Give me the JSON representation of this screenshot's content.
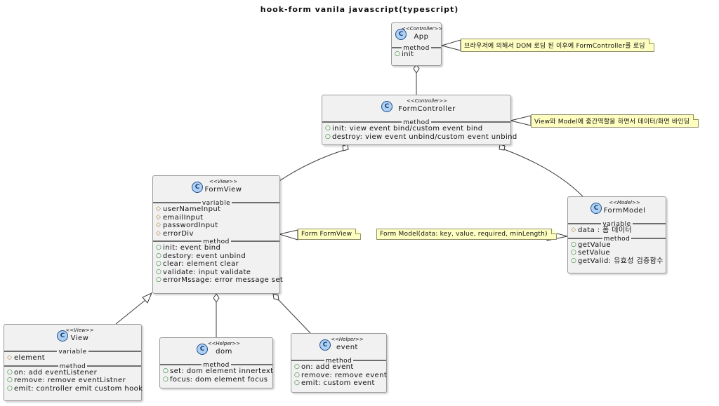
{
  "title": "hook-form vanila javascript(typescript)",
  "section_labels": {
    "variable": "variable",
    "method": "method"
  },
  "classes": {
    "app": {
      "stereotype": "<<Controller>>",
      "name": "App",
      "methods": [
        "init"
      ]
    },
    "formcontroller": {
      "stereotype": "<<Controller>>",
      "name": "FormController",
      "methods": [
        "init: view event bind/custom event bind",
        "destroy: view event unbind/custom event unbind"
      ]
    },
    "formview": {
      "stereotype": "<<View>>",
      "name": "FormView",
      "variables": [
        "userNameInput",
        "emailInput",
        "passwordInput",
        "errorDiv"
      ],
      "methods": [
        "init: event bind",
        "destory: event unbind",
        "clear: element clear",
        "validate: input validate",
        "errorMssage: error message set"
      ]
    },
    "formmodel": {
      "stereotype": "<<Model>>",
      "name": "FormModel",
      "variables": [
        "data : 폼 데이터"
      ],
      "methods": [
        "getValue",
        "setValue",
        "getValid: 유효성 검증함수"
      ]
    },
    "view": {
      "stereotype": "<<View>>",
      "name": "View",
      "variables": [
        "element"
      ],
      "methods": [
        "on: add eventListener",
        "remove: remove eventListner",
        "emit: controller emit custom hook"
      ]
    },
    "dom": {
      "stereotype": "<<Helper>>",
      "name": "dom",
      "methods": [
        "set: dom element innertext",
        "focus: dom element focus"
      ]
    },
    "event": {
      "stereotype": "<<Helper>>",
      "name": "event",
      "methods": [
        "on: add event",
        "remove: remove event",
        "emit: custom event"
      ]
    }
  },
  "notes": {
    "app": "브라우저에 의해서 DOM 로딩 된 이후에 FormController를 로딩",
    "formcontroller": "View와 Model에 중간역할을 하면서 데이터/화면 바인딩",
    "formview": "Form FormView",
    "formmodel": "Form Model(data: key, value, required, minLength)"
  },
  "colors": {
    "class_fill": "#f1f1f1",
    "class_border": "#9a9a9a",
    "note_fill": "#fefec0",
    "icon_fill": "#add1f2",
    "public_marker": "#1b7a1b",
    "protected_marker": "#a8782d"
  }
}
